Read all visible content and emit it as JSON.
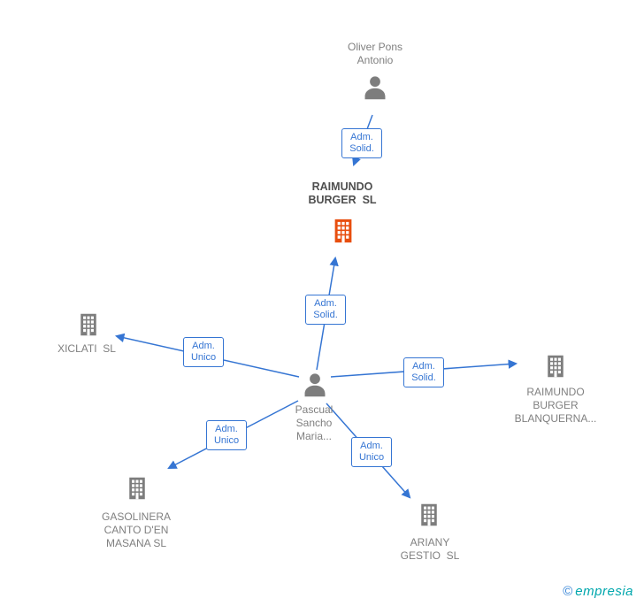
{
  "diagram": {
    "nodes": {
      "oliver": {
        "label": "Oliver Pons\nAntonio",
        "type": "person",
        "icon": "person-icon"
      },
      "raimundo_burger": {
        "label": "RAIMUNDO\nBURGER  SL",
        "type": "company",
        "icon": "building-icon",
        "highlight": true
      },
      "pascual": {
        "label": "Pascual\nSancho\nMaria...",
        "type": "person",
        "icon": "person-icon"
      },
      "xiclati": {
        "label": "XICLATI  SL",
        "type": "company",
        "icon": "building-icon"
      },
      "raimundo_blanquerna": {
        "label": "RAIMUNDO\nBURGER\nBLANQUERNA...",
        "type": "company",
        "icon": "building-icon"
      },
      "gasolinera": {
        "label": "GASOLINERA\nCANTO D'EN\nMASANA SL",
        "type": "company",
        "icon": "building-icon"
      },
      "ariany": {
        "label": "ARIANY\nGESTIO  SL",
        "type": "company",
        "icon": "building-icon"
      }
    },
    "edges": {
      "oliver_to_raimundo": {
        "label": "Adm.\nSolid."
      },
      "pascual_to_raimundo": {
        "label": "Adm.\nSolid."
      },
      "pascual_to_xiclati": {
        "label": "Adm.\nUnico"
      },
      "pascual_to_blanquerna": {
        "label": "Adm.\nSolid."
      },
      "pascual_to_gasolinera": {
        "label": "Adm.\nUnico"
      },
      "pascual_to_ariany": {
        "label": "Adm.\nUnico"
      }
    },
    "colors": {
      "arrow": "#3575d3",
      "node_gray": "#7d7d7d",
      "highlight_company": "#e84e0e",
      "label_text": "#808080",
      "title_text": "#4f4f4f"
    }
  },
  "footer": {
    "copyright": "©",
    "brand": "empresia"
  }
}
